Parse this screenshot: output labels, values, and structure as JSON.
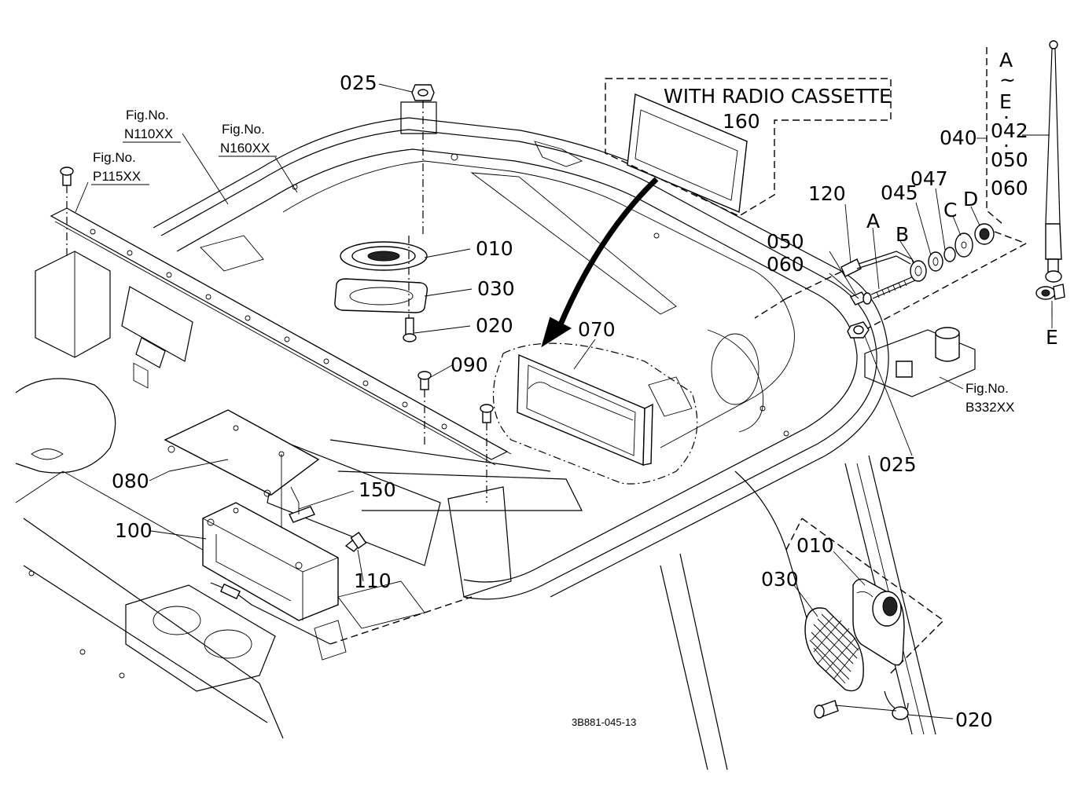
{
  "header_box": {
    "title": "WITH RADIO CASSETTE",
    "part": "160"
  },
  "figure_refs": {
    "n110": {
      "fig": "Fig.No.",
      "no": "N110XX"
    },
    "n160": {
      "fig": "Fig.No.",
      "no": "N160XX"
    },
    "p115": {
      "fig": "Fig.No.",
      "no": "P115XX"
    },
    "b332": {
      "fig": "Fig.No.",
      "no": "B332XX"
    }
  },
  "callouts": {
    "p025_top": "025",
    "p010_top": "010",
    "p030_top": "030",
    "p020_top": "020",
    "p090": "090",
    "p070": "070",
    "p080": "080",
    "p150": "150",
    "p100": "100",
    "p110": "110",
    "p120": "120",
    "p050": "050",
    "p060": "060",
    "p025_right": "025",
    "p010_bottom": "010",
    "p030_bottom": "030",
    "p020_bottom": "020",
    "p040": "040",
    "p045": "045",
    "p047": "047"
  },
  "antenna_list": {
    "range_start": "A",
    "range_tilde": "~",
    "range_end": "E",
    "dot": "·",
    "items": [
      "042",
      "050",
      "060"
    ]
  },
  "letters": {
    "a": "A",
    "b": "B",
    "c": "C",
    "d": "D",
    "e": "E"
  },
  "drawing_code": "3B881-045-13"
}
